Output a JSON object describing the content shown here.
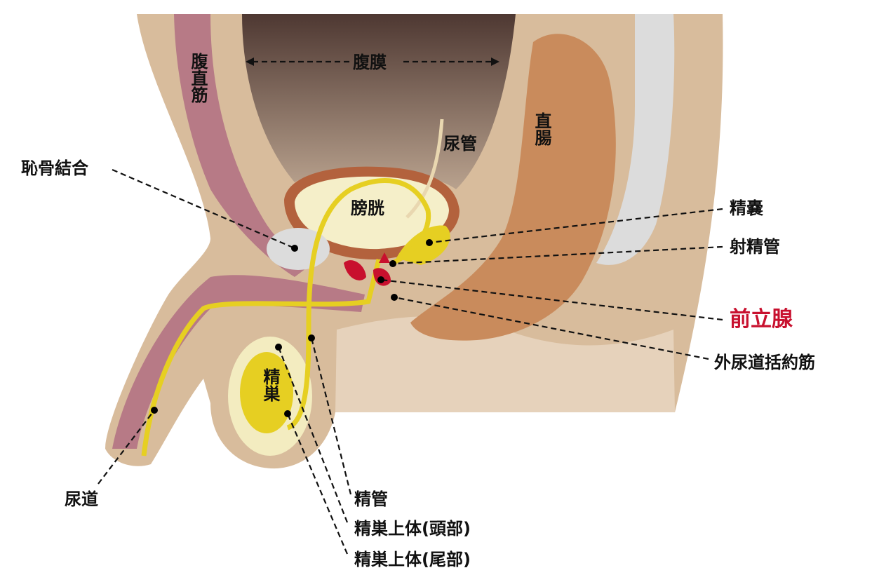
{
  "diagram": {
    "colors": {
      "body_outer": "#d8bc9c",
      "body_inner": "#e6d2bb",
      "cavity_top": "#4e3832",
      "cavity_bottom": "#b9a28e",
      "muscle": "#b77a86",
      "rectum": "#c98b5c",
      "spine": "#dcdcdc",
      "bladder_wall": "#b3623d",
      "bladder_inner": "#f5efc9",
      "duct": "#e6cf22",
      "prostate": "#c8102e",
      "highlight_label": "#c8102e"
    },
    "labels": {
      "rectus_abdominis": "腹直筋",
      "peritoneum": "腹膜",
      "ureter": "尿管",
      "rectum": "直腸",
      "pubic_symphysis": "恥骨結合",
      "bladder": "膀胱",
      "seminal_vesicle": "精嚢",
      "ejaculatory_duct": "射精管",
      "prostate": "前立腺",
      "external_urethral_sphincter": "外尿道括約筋",
      "testis": "精巣",
      "urethra": "尿道",
      "vas_deferens": "精管",
      "epididymis_head": "精巣上体(頭部)",
      "epididymis_tail": "精巣上体(尾部)"
    }
  }
}
